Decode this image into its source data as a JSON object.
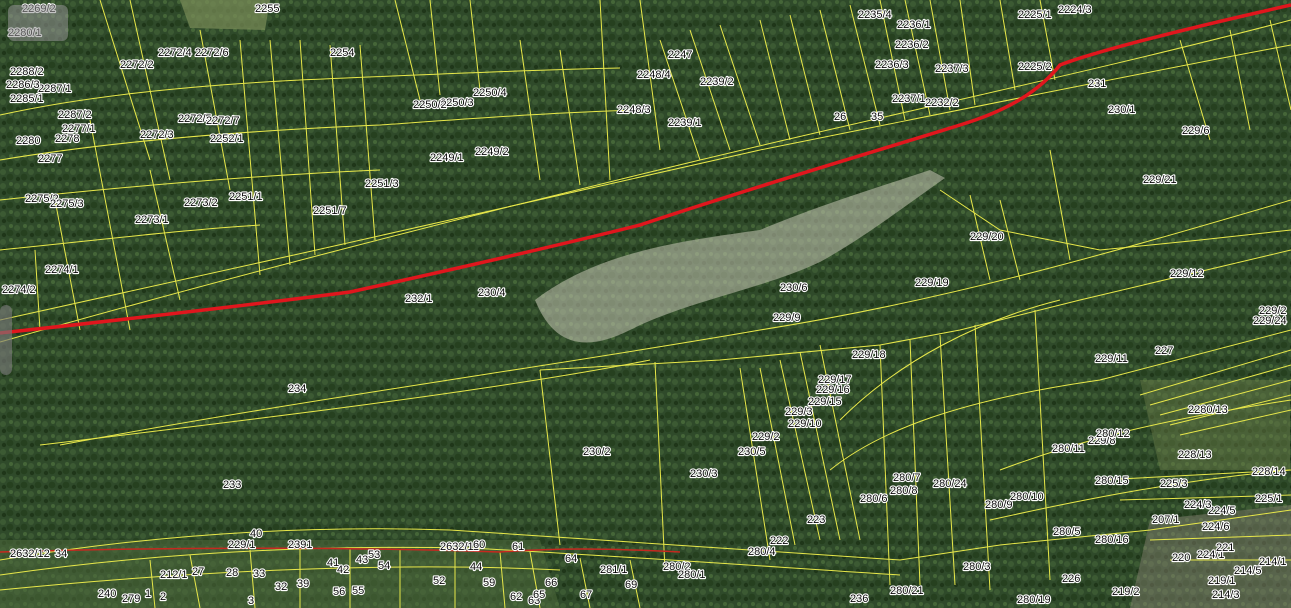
{
  "map": {
    "type": "cadastral parcel map over aerial orthophoto",
    "colors": {
      "forest": "#2f4a2a",
      "parcel_line": "#e8e84a",
      "route_line": "#e0161d",
      "label_text": "#0a0a0a",
      "label_halo": "#ffffff",
      "rock": "#cfcfbf"
    },
    "parcel_labels": [
      "2269/2",
      "2280/1",
      "2272/4",
      "2272/6",
      "2272/2",
      "2255",
      "2254",
      "2235/4",
      "2236/1",
      "2225/1",
      "2224/3",
      "2288/2",
      "2287/1",
      "2286/3",
      "2285/1",
      "2287/2",
      "2277/1",
      "2272/3",
      "2272/5",
      "2272/7",
      "2252/1",
      "2247",
      "2248/4",
      "2239/2",
      "2236/2",
      "2236/3",
      "2237/3",
      "2225/2",
      "2237/1",
      "2232/2",
      "231",
      "230/1",
      "229/6",
      "2250/4",
      "2250/3",
      "2250/2",
      "2248/3",
      "2239/1",
      "2249/1",
      "2249/2",
      "2280",
      "2278",
      "2277",
      "2275/2",
      "2275/3",
      "2273/2",
      "2251/1",
      "2251/3",
      "2251/7",
      "2273/1",
      "229/21",
      "229/20",
      "2274/1",
      "2274/2",
      "232/1",
      "230/4",
      "230/6",
      "229/19",
      "229/12",
      "229/9",
      "229/2",
      "229/24",
      "229/18",
      "227",
      "229/11",
      "229/17",
      "229/16",
      "229/15",
      "229/3",
      "229/10",
      "234",
      "2280/13",
      "229/2",
      "230/5",
      "229/8",
      "230/2",
      "280/11",
      "280/12",
      "230/3",
      "228/13",
      "228/14",
      "233",
      "280/7",
      "280/8",
      "280/24",
      "280/6",
      "280/9",
      "280/10",
      "280/15",
      "225/3",
      "225/1",
      "207/1",
      "224/5",
      "224/3",
      "224/6",
      "223",
      "280/5",
      "280/16",
      "224/1",
      "221",
      "220",
      "222",
      "280/4",
      "229/1",
      "2391",
      "40",
      "33",
      "34",
      "2632/12",
      "2632/11",
      "60",
      "61",
      "64",
      "281/1",
      "280/2",
      "280/1",
      "280/3",
      "280/19",
      "280/21",
      "226",
      "219/2",
      "219/1",
      "214/3",
      "214/5",
      "214/1",
      "212/1",
      "27",
      "28",
      "32",
      "39",
      "41",
      "42",
      "43",
      "53",
      "54",
      "55",
      "56",
      "52",
      "44",
      "59",
      "62",
      "63",
      "65",
      "66",
      "67",
      "69",
      "236",
      "240",
      "279",
      "1",
      "2",
      "3",
      "26",
      "35"
    ]
  }
}
